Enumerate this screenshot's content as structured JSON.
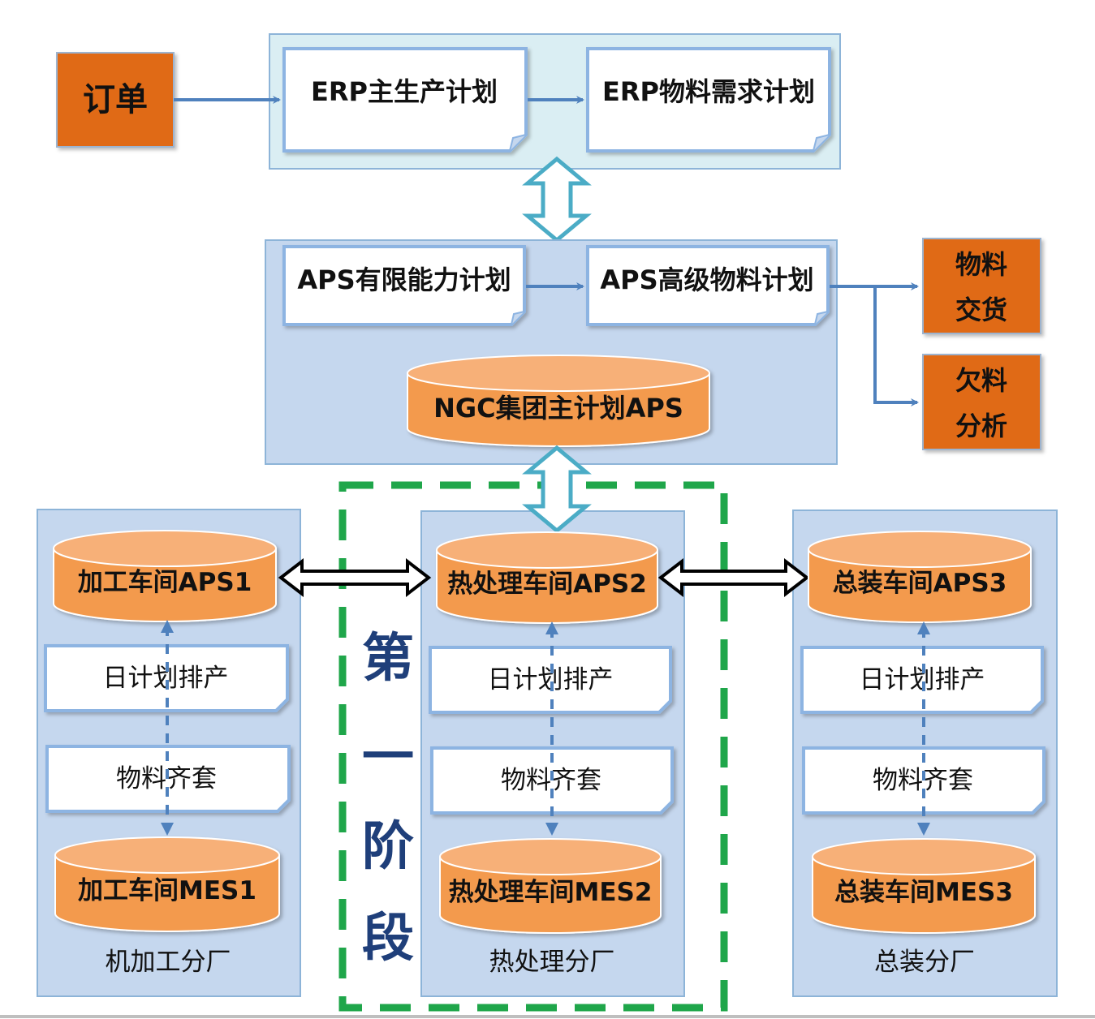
{
  "order": {
    "label": "订单"
  },
  "erp": {
    "master_plan": "ERP主生产计划",
    "mrp": "ERP物料需求计划"
  },
  "aps": {
    "capacity_plan": "APS有限能力计划",
    "material_plan": "APS高级物料计划",
    "ngc_db": "NGC集团主计划APS"
  },
  "outputs": {
    "delivery_line1": "物料",
    "delivery_line2": "交货",
    "shortage_line1": "欠料",
    "shortage_line2": "分析"
  },
  "phase": {
    "chars": [
      "第",
      "一",
      "阶",
      "段"
    ]
  },
  "plants": [
    {
      "aps": "加工车间APS1",
      "daily": "日计划排产",
      "kitting": "物料齐套",
      "mes": "加工车间MES1",
      "name": "机加工分厂"
    },
    {
      "aps": "热处理车间APS2",
      "daily": "日计划排产",
      "kitting": "物料齐套",
      "mes": "热处理车间MES2",
      "name": "热处理分厂"
    },
    {
      "aps": "总装车间APS3",
      "daily": "日计划排产",
      "kitting": "物料齐套",
      "mes": "总装车间MES3",
      "name": "总装分厂"
    }
  ],
  "colors": {
    "orange_dark": "#E06A14",
    "orange_cyl": "#F39A4E",
    "panel_light": "#DAEEF3",
    "panel_blue": "#C5D7EE",
    "line_blue": "#4F81BD",
    "phase_green": "#1FA64A",
    "phase_text": "#1F3F7A"
  }
}
